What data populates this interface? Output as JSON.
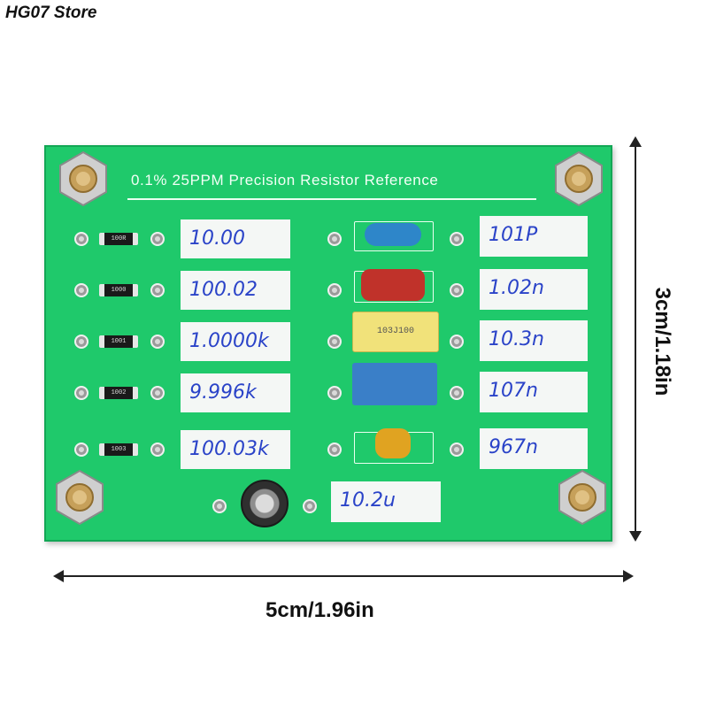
{
  "store_label": "HG07 Store",
  "board": {
    "title": "0.1% 25PPM Precision Resistor Reference",
    "resistors": [
      {
        "code": "100R",
        "value": "10.00"
      },
      {
        "code": "1000",
        "value": "100.02"
      },
      {
        "code": "1001",
        "value": "1.0000k"
      },
      {
        "code": "1002",
        "value": "9.996k"
      },
      {
        "code": "1003",
        "value": "100.03k"
      }
    ],
    "capacitors": [
      {
        "type": "ceramic",
        "value": "101P",
        "print": ""
      },
      {
        "type": "red",
        "value": "1.02n",
        "print": ""
      },
      {
        "type": "yellow-film",
        "value": "10.3n",
        "print": "103J100"
      },
      {
        "type": "blue-film",
        "value": "107n",
        "print": ""
      },
      {
        "type": "orange-ceramic",
        "value": "967n",
        "print": ""
      }
    ],
    "electrolytic": {
      "value": "10.2u"
    }
  },
  "dimensions": {
    "width": "5cm/1.96in",
    "height": "3cm/1.18in"
  },
  "colors": {
    "board": "#1fc96b",
    "ink": "#2a43c8"
  }
}
